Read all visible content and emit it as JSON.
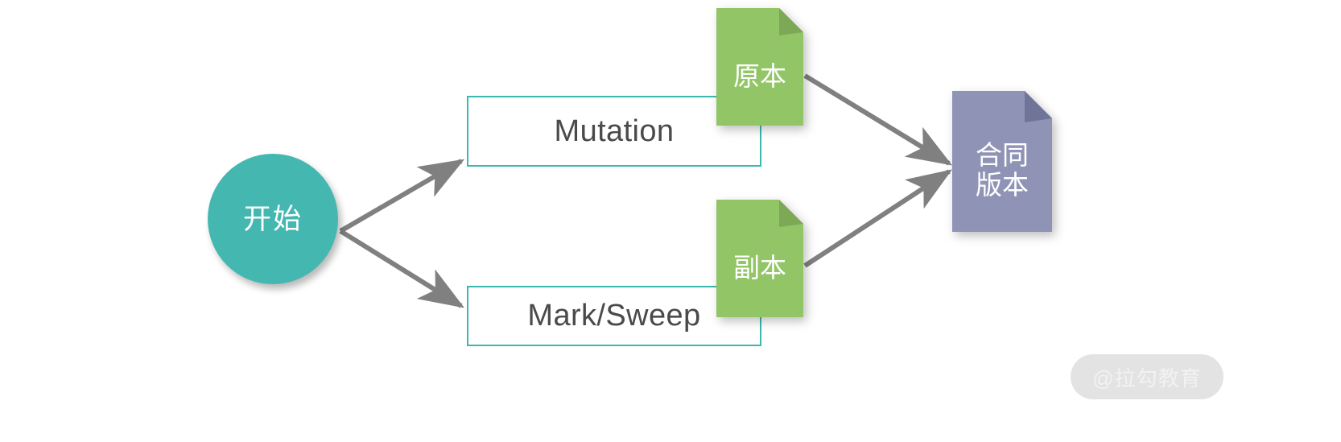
{
  "diagram": {
    "title": "GC copy / mutation merge flow",
    "colors": {
      "start_fill": "#44b8b0",
      "box_border": "#3cb8b0",
      "box_fill": "#ffffff",
      "doc_green": "#92c566",
      "doc_green_fold": "#7da855",
      "doc_purple": "#8f93b5",
      "doc_purple_fold": "#6f7499",
      "edge": "#808080",
      "text_dark": "#4a4a4a",
      "text_light": "#ffffff",
      "watermark_bg": "#e3e3e3",
      "watermark_text": "#f2f2f2"
    },
    "start": {
      "label": "开始"
    },
    "boxes": [
      {
        "id": "mutation",
        "label": "Mutation"
      },
      {
        "id": "mark-sweep",
        "label": "Mark/Sweep"
      }
    ],
    "documents": [
      {
        "id": "original",
        "label": "原本",
        "color": "green"
      },
      {
        "id": "copy",
        "label": "副本",
        "color": "green"
      },
      {
        "id": "merged",
        "label": "合同\n版本",
        "color": "purple"
      }
    ],
    "edges": [
      {
        "from": "start",
        "to": "mutation",
        "arrow": true
      },
      {
        "from": "start",
        "to": "mark-sweep",
        "arrow": true
      },
      {
        "from": "original",
        "to": "merged",
        "arrow": true
      },
      {
        "from": "copy",
        "to": "merged",
        "arrow": true
      }
    ]
  },
  "watermark": {
    "text": "@拉勾教育"
  }
}
